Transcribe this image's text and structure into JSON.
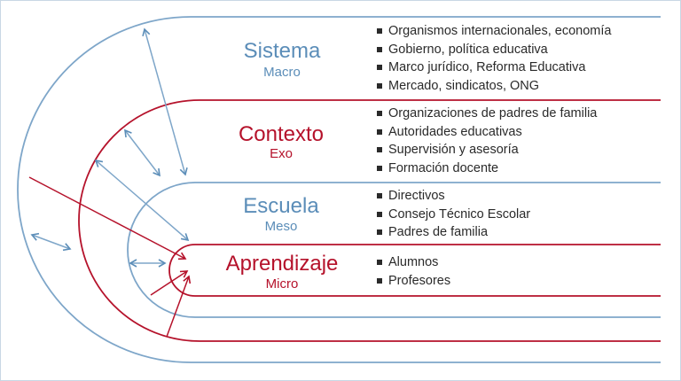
{
  "colors": {
    "blue": "#5b8db8",
    "red": "#b5122b",
    "text": "#2a2a2a"
  },
  "levels": [
    {
      "title": "Sistema",
      "subtitle": "Macro",
      "color": "blue",
      "items": [
        "Organismos internacionales, economía",
        "Gobierno, política educativa",
        "Marco jurídico, Reforma Educativa",
        "Mercado, sindicatos, ONG"
      ]
    },
    {
      "title": "Contexto",
      "subtitle": "Exo",
      "color": "red",
      "items": [
        "Organizaciones de padres de familia",
        "Autoridades educativas",
        "Supervisión y asesoría",
        "Formación docente"
      ]
    },
    {
      "title": "Escuela",
      "subtitle": "Meso",
      "color": "blue",
      "items": [
        "Directivos",
        "Consejo Técnico Escolar",
        "Padres de familia"
      ]
    },
    {
      "title": "Aprendizaje",
      "subtitle": "Micro",
      "color": "red",
      "items": [
        "Alumnos",
        "Profesores"
      ]
    }
  ]
}
